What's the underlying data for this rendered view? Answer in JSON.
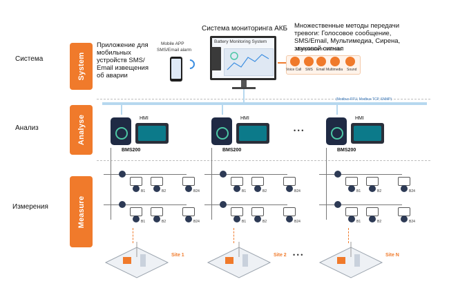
{
  "rows": {
    "system": "Система",
    "analysis": "Анализ",
    "measure": "Измерения"
  },
  "tabs": {
    "system": "System",
    "analyse": "Analyse",
    "measure": "Measure"
  },
  "app_note": "Приложение для мобильных устройств SMS/ Email извещения об аварии",
  "mobile_app_label": "Mobile APP",
  "sms_email_label": "SMS/Email alarm",
  "monitoring_title": "Система мониторинга АКБ",
  "monitoring_screen_title": "Battery Monitoring System",
  "alarm_note": "Множественные методы передачи тревоги: Голосовое сообщение, SMS/Email, Мультимедиа, Сирена, звуковой сигнал",
  "alarm_methods_title": "Multiple alarm methods",
  "alarm_methods": [
    "Voice Call",
    "SMS",
    "Email",
    "Multimedia",
    "Sound"
  ],
  "bus_label": "(Modbus RTU, Modbus TCP, SNMP)",
  "hmi_label": "HMI",
  "bms_label": "BMS200",
  "ellipsis": "• • •",
  "battery_labels": [
    "B1",
    "B2",
    "B24"
  ],
  "sites": [
    "Site 1",
    "Site 2",
    "Site N"
  ],
  "colors": {
    "accent": "#f07a2b",
    "bus": "#b6d8ef",
    "device": "#1f2a44"
  }
}
